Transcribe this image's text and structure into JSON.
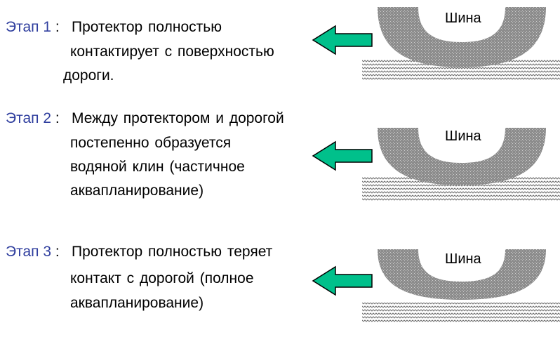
{
  "tire_label": "Шина",
  "colors": {
    "stage_label": "#2f3e9e",
    "arrow_fill": "#00c08b",
    "tire_fill": "#8c8c8c"
  },
  "icons": {
    "arrow": "arrow-left-icon",
    "tire": "tire-cross-section",
    "road": "wet-road-texture"
  },
  "stages": [
    {
      "label": "Этап 1",
      "colon": ":",
      "lines": [
        "Протектор  полностью",
        "контактирует  с поверхностью",
        "дороги."
      ]
    },
    {
      "label": "Этап 2",
      "colon": ":",
      "lines": [
        "Между  протектором  и дорогой",
        "постепенно  образуется",
        "водяной  клин (частичное",
        "аквапланирование)"
      ]
    },
    {
      "label": "Этап 3",
      "colon": ":",
      "lines": [
        "Протектор  полностью теряет",
        "контакт  с дорогой  (полное",
        "аквапланирование)"
      ]
    }
  ]
}
